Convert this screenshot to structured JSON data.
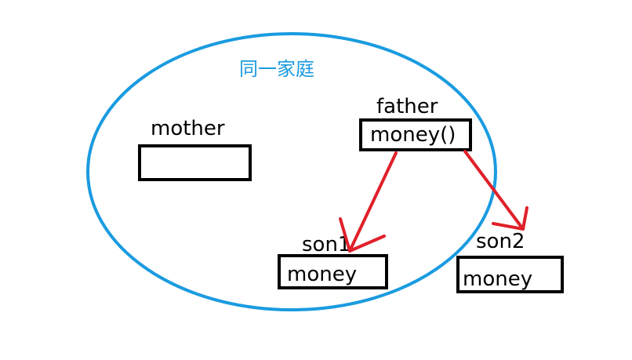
{
  "colors": {
    "ellipse": "#1a9be0",
    "title": "#1a9be0",
    "arrows": "#e0202a",
    "boxes": "#000000",
    "text": "#000000"
  },
  "family": {
    "title": "同一家庭"
  },
  "nodes": {
    "mother": {
      "label": "mother",
      "content": ""
    },
    "father": {
      "label": "father",
      "content": "money()"
    },
    "son1": {
      "label": "son1",
      "content": "money"
    },
    "son2": {
      "label": "son2",
      "content": "money"
    }
  }
}
